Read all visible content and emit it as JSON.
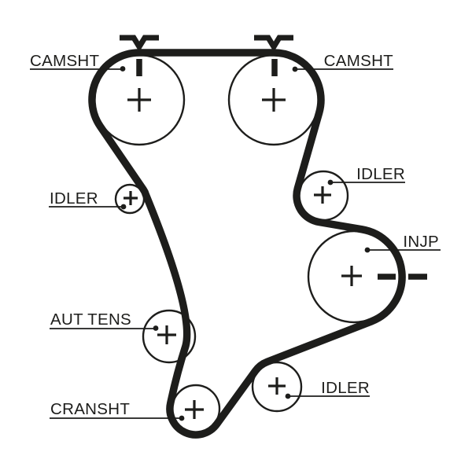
{
  "diagram": {
    "kind": "timing-belt-routing-diagram",
    "colors": {
      "background": "#ffffff",
      "ink": "#1d1d1b"
    },
    "labels": {
      "camshaft_left": "CAMSHT",
      "camshaft_right": "CAMSHT",
      "idler_left": "IDLER",
      "idler_upper_right": "IDLER",
      "injection_pump": "INJP",
      "auto_tensioner": "AUT TENS",
      "crankshaft": "CRANSHT",
      "idler_lower_right": "IDLER"
    },
    "components": [
      {
        "id": "camshaft-left-pulley",
        "label": "CAMSHT",
        "marks": [
          "notched timing bar",
          "vertical tick",
          "center cross"
        ]
      },
      {
        "id": "camshaft-right-pulley",
        "label": "CAMSHT",
        "marks": [
          "notched timing bar",
          "vertical tick",
          "center cross"
        ]
      },
      {
        "id": "idler-left-pulley",
        "label": "IDLER",
        "marks": [
          "center cross"
        ]
      },
      {
        "id": "idler-upper-right-pulley",
        "label": "IDLER",
        "marks": [
          "center cross"
        ]
      },
      {
        "id": "injection-pump-pulley",
        "label": "INJP",
        "marks": [
          "center cross",
          "horizontal timing dash"
        ]
      },
      {
        "id": "auto-tensioner-pulley",
        "label": "AUT TENS",
        "marks": [
          "center cross"
        ]
      },
      {
        "id": "idler-lower-right-pulley",
        "label": "IDLER",
        "marks": [
          "center cross"
        ]
      },
      {
        "id": "crankshaft-pulley",
        "label": "CRANSHT",
        "marks": [
          "center cross"
        ]
      }
    ]
  }
}
